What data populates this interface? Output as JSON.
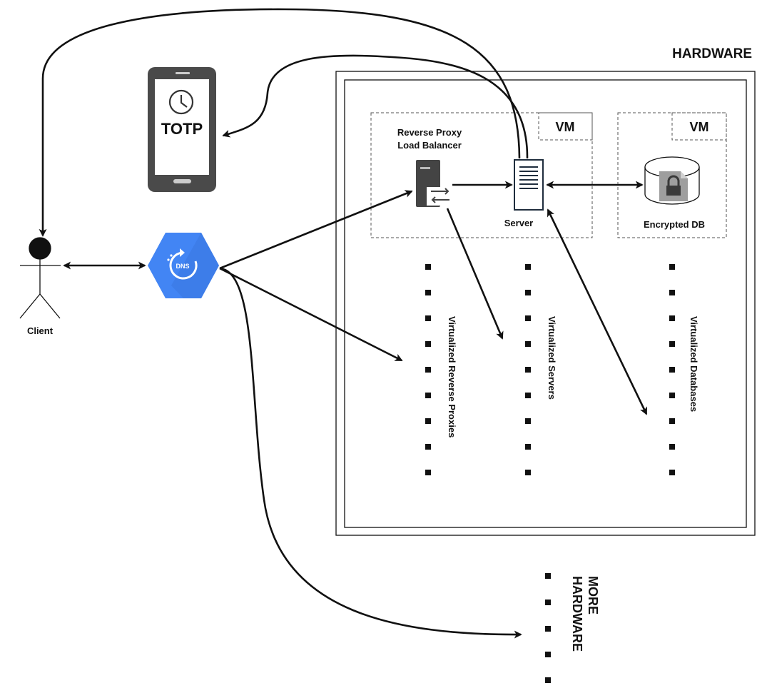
{
  "labels": {
    "hardware": "HARDWARE",
    "vm": "VM",
    "reverse_proxy_line1": "Reverse Proxy",
    "reverse_proxy_line2": "Load Balancer",
    "server": "Server",
    "encrypted_db": "Encrypted DB",
    "totp": "TOTP",
    "client": "Client",
    "dns": "DNS",
    "virtualized_reverse_proxies": "Virtualized Reverse Proxies",
    "virtualized_servers": "Virtualized Servers",
    "virtualized_databases": "Virtualized Databases",
    "more_hardware_line1": "MORE",
    "more_hardware_line2": "HARDWARE"
  },
  "colors": {
    "stroke": "#111111",
    "dns_blue": "#4285f4",
    "dns_light": "#aecbfa",
    "phone_gray": "#4a4a4a",
    "proxy_gray": "#444444",
    "db_gray": "#9e9e9e",
    "dashed": "#555555"
  },
  "icons": [
    "phone-clock-icon",
    "person-icon",
    "dns-icon",
    "reverse-proxy-server-icon",
    "server-icon",
    "encrypted-database-icon"
  ]
}
